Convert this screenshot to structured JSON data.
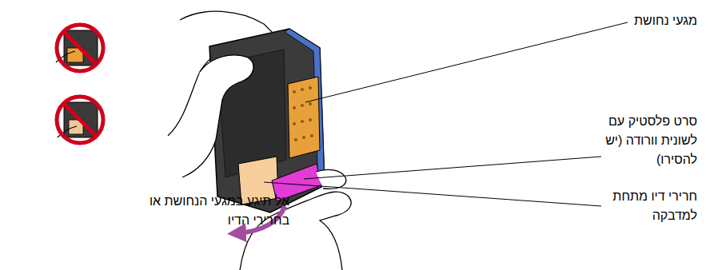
{
  "diagram": {
    "labels": [
      "מגעי נחושת",
      "סרט פלסטיק עם לשונית וורודה (יש להסירו)",
      "חרירי דיו מתחת למדבקה",
      "אל תיגע במגעי הנחושת או בחרירי הדיו"
    ]
  }
}
